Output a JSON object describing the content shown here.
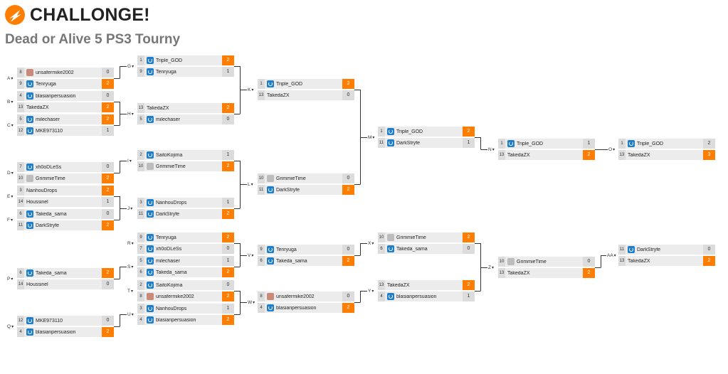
{
  "app": {
    "brand": "CHALLONGE!",
    "brand_color": "#ff7d00"
  },
  "tournament": {
    "title": "Dead or Alive 5 PS3 Tourny"
  },
  "colors": {
    "winner_score": "#ff7d00",
    "line": "#333333"
  },
  "matches": [
    {
      "id": "A",
      "label": "A",
      "players": [
        {
          "seed": "8",
          "name": "unsafermike2002",
          "score": "0",
          "icon": "face-avatar-icon",
          "winner": false
        },
        {
          "seed": "9",
          "name": "Tenryuga",
          "score": "2",
          "icon": "power-icon",
          "winner": true
        }
      ]
    },
    {
      "id": "B",
      "label": "B",
      "players": [
        {
          "seed": "4",
          "name": "blasianpersuasion",
          "score": "0",
          "icon": "power-icon",
          "winner": false
        },
        {
          "seed": "13",
          "name": "TakedaZX",
          "score": "2",
          "icon": "",
          "winner": true
        }
      ]
    },
    {
      "id": "C",
      "label": "C",
      "players": [
        {
          "seed": "5",
          "name": "milechaser",
          "score": "2",
          "icon": "power-icon",
          "winner": true
        },
        {
          "seed": "12",
          "name": "MKE973110",
          "score": "1",
          "icon": "power-icon",
          "winner": false
        }
      ]
    },
    {
      "id": "D",
      "label": "D",
      "players": [
        {
          "seed": "7",
          "name": "xh0oDLeSs",
          "score": "0",
          "icon": "power-icon",
          "winner": false
        },
        {
          "seed": "10",
          "name": "GrimmieTime",
          "score": "2",
          "icon": "pawn-icon",
          "winner": true
        }
      ]
    },
    {
      "id": "E",
      "label": "E",
      "players": [
        {
          "seed": "3",
          "name": "NanhouDrops",
          "score": "2",
          "icon": "",
          "winner": true
        },
        {
          "seed": "14",
          "name": "Houssinel",
          "score": "1",
          "icon": "",
          "winner": false
        }
      ]
    },
    {
      "id": "F",
      "label": "F",
      "players": [
        {
          "seed": "6",
          "name": "Takeda_sama",
          "score": "0",
          "icon": "power-icon",
          "winner": false
        },
        {
          "seed": "11",
          "name": "DarkStryfe",
          "score": "2",
          "icon": "power-icon",
          "winner": true
        }
      ]
    },
    {
      "id": "G",
      "label": "G",
      "players": [
        {
          "seed": "1",
          "name": "Triple_GOD",
          "score": "2",
          "icon": "power-icon",
          "winner": true
        },
        {
          "seed": "9",
          "name": "Tenryuga",
          "score": "1",
          "icon": "power-icon",
          "winner": false
        }
      ]
    },
    {
      "id": "H",
      "label": "H",
      "players": [
        {
          "seed": "13",
          "name": "TakedaZX",
          "score": "2",
          "icon": "",
          "winner": true
        },
        {
          "seed": "5",
          "name": "milechaser",
          "score": "0",
          "icon": "power-icon",
          "winner": false
        }
      ]
    },
    {
      "id": "I",
      "label": "I",
      "players": [
        {
          "seed": "2",
          "name": "SaitoKojima",
          "score": "1",
          "icon": "power-icon",
          "winner": false
        },
        {
          "seed": "10",
          "name": "GrimmieTime",
          "score": "2",
          "icon": "pawn-icon",
          "winner": true
        }
      ]
    },
    {
      "id": "J",
      "label": "J",
      "players": [
        {
          "seed": "3",
          "name": "NanhouDrops",
          "score": "1",
          "icon": "power-icon",
          "winner": false
        },
        {
          "seed": "11",
          "name": "DarkStryfe",
          "score": "2",
          "icon": "power-icon",
          "winner": true
        }
      ]
    },
    {
      "id": "K",
      "label": "K",
      "players": [
        {
          "seed": "1",
          "name": "Triple_GOD",
          "score": "2",
          "icon": "power-icon",
          "winner": true
        },
        {
          "seed": "13",
          "name": "TakedaZX",
          "score": "0",
          "icon": "",
          "winner": false
        }
      ]
    },
    {
      "id": "L",
      "label": "L",
      "players": [
        {
          "seed": "10",
          "name": "GrimmieTime",
          "score": "0",
          "icon": "pawn-icon",
          "winner": false
        },
        {
          "seed": "11",
          "name": "DarkStryfe",
          "score": "2",
          "icon": "power-icon",
          "winner": true
        }
      ]
    },
    {
      "id": "M",
      "label": "M",
      "players": [
        {
          "seed": "1",
          "name": "Triple_GOD",
          "score": "2",
          "icon": "power-icon",
          "winner": true
        },
        {
          "seed": "11",
          "name": "DarkStryfe",
          "score": "1",
          "icon": "power-icon",
          "winner": false
        }
      ]
    },
    {
      "id": "N",
      "label": "N",
      "players": [
        {
          "seed": "1",
          "name": "Triple_GOD",
          "score": "1",
          "icon": "power-icon",
          "winner": false
        },
        {
          "seed": "13",
          "name": "TakedaZX",
          "score": "2",
          "icon": "",
          "winner": true
        }
      ]
    },
    {
      "id": "O",
      "label": "O",
      "players": [
        {
          "seed": "1",
          "name": "Triple_GOD",
          "score": "2",
          "icon": "power-icon",
          "winner": false
        },
        {
          "seed": "13",
          "name": "TakedaZX",
          "score": "3",
          "icon": "",
          "winner": true
        }
      ]
    },
    {
      "id": "P",
      "label": "P",
      "players": [
        {
          "seed": "6",
          "name": "Takeda_sama",
          "score": "2",
          "icon": "power-icon",
          "winner": true
        },
        {
          "seed": "14",
          "name": "Houssinel",
          "score": "0",
          "icon": "",
          "winner": false
        }
      ]
    },
    {
      "id": "Q",
      "label": "Q",
      "players": [
        {
          "seed": "12",
          "name": "MKE973110",
          "score": "0",
          "icon": "power-icon",
          "winner": false
        },
        {
          "seed": "4",
          "name": "blasianpersuasion",
          "score": "2",
          "icon": "power-icon",
          "winner": true
        }
      ]
    },
    {
      "id": "R",
      "label": "R",
      "players": [
        {
          "seed": "9",
          "name": "Tenryuga",
          "score": "2",
          "icon": "power-icon",
          "winner": true
        },
        {
          "seed": "7",
          "name": "xh0oDLeSs",
          "score": "0",
          "icon": "power-icon",
          "winner": false
        }
      ]
    },
    {
      "id": "S",
      "label": "S",
      "players": [
        {
          "seed": "5",
          "name": "milechaser",
          "score": "1",
          "icon": "power-icon",
          "winner": false
        },
        {
          "seed": "6",
          "name": "Takeda_sama",
          "score": "2",
          "icon": "power-icon",
          "winner": true
        }
      ]
    },
    {
      "id": "T",
      "label": "T",
      "players": [
        {
          "seed": "2",
          "name": "SaitoKojima",
          "score": "0",
          "icon": "power-icon",
          "winner": false
        },
        {
          "seed": "8",
          "name": "unsafermike2002",
          "score": "2",
          "icon": "face-avatar-icon",
          "winner": true
        }
      ]
    },
    {
      "id": "U",
      "label": "U",
      "players": [
        {
          "seed": "3",
          "name": "NanhouDrops",
          "score": "1",
          "icon": "power-icon",
          "winner": false
        },
        {
          "seed": "4",
          "name": "blasianpersuasion",
          "score": "2",
          "icon": "power-icon",
          "winner": true
        }
      ]
    },
    {
      "id": "V",
      "label": "V",
      "players": [
        {
          "seed": "9",
          "name": "Tenryuga",
          "score": "0",
          "icon": "power-icon",
          "winner": false
        },
        {
          "seed": "6",
          "name": "Takeda_sama",
          "score": "2",
          "icon": "power-icon",
          "winner": true
        }
      ]
    },
    {
      "id": "W",
      "label": "W",
      "players": [
        {
          "seed": "8",
          "name": "unsafermike2002",
          "score": "0",
          "icon": "face-avatar-icon",
          "winner": false
        },
        {
          "seed": "4",
          "name": "blasianpersuasion",
          "score": "2",
          "icon": "power-icon",
          "winner": true
        }
      ]
    },
    {
      "id": "X",
      "label": "X",
      "players": [
        {
          "seed": "10",
          "name": "GrimmieTime",
          "score": "2",
          "icon": "pawn-icon",
          "winner": true
        },
        {
          "seed": "6",
          "name": "Takeda_sama",
          "score": "0",
          "icon": "power-icon",
          "winner": false
        }
      ]
    },
    {
      "id": "Y",
      "label": "Y",
      "players": [
        {
          "seed": "13",
          "name": "TakedaZX",
          "score": "2",
          "icon": "",
          "winner": true
        },
        {
          "seed": "4",
          "name": "blasianpersuasion",
          "score": "1",
          "icon": "power-icon",
          "winner": false
        }
      ]
    },
    {
      "id": "Z",
      "label": "Z",
      "players": [
        {
          "seed": "10",
          "name": "GrimmieTime",
          "score": "0",
          "icon": "pawn-icon",
          "winner": false
        },
        {
          "seed": "13",
          "name": "TakedaZX",
          "score": "2",
          "icon": "",
          "winner": true
        }
      ]
    },
    {
      "id": "AA",
      "label": "AA",
      "players": [
        {
          "seed": "11",
          "name": "DarkStryfe",
          "score": "0",
          "icon": "power-icon",
          "winner": false
        },
        {
          "seed": "13",
          "name": "TakedaZX",
          "score": "2",
          "icon": "",
          "winner": true
        }
      ]
    }
  ]
}
